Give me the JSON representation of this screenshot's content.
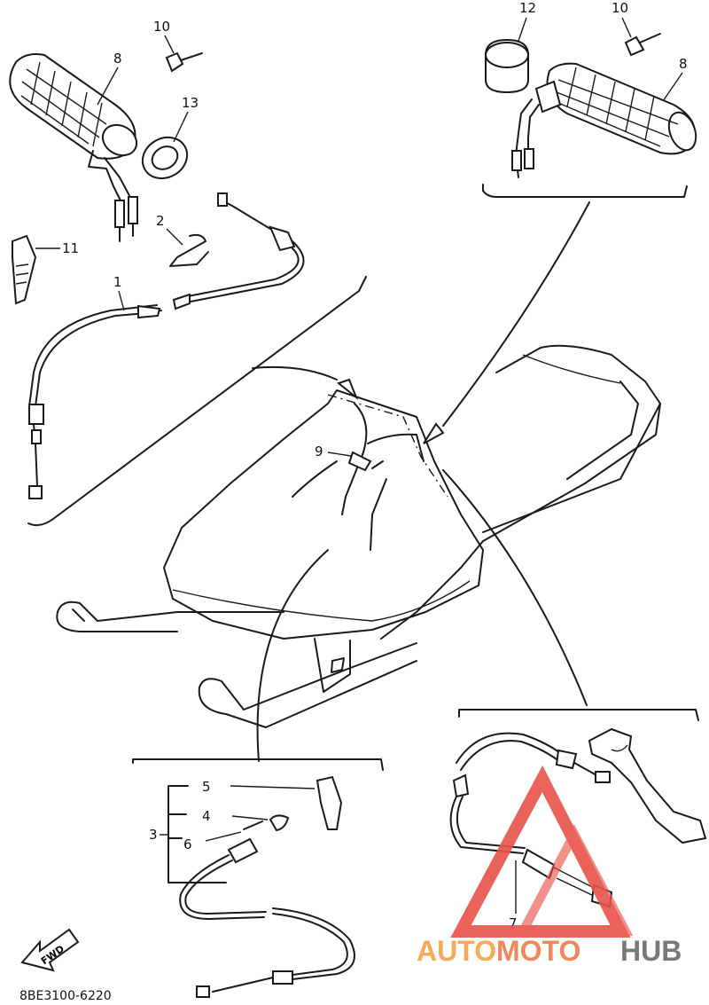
{
  "diagram": {
    "callouts": {
      "c1": "1",
      "c2": "2",
      "c3": "3",
      "c4": "4",
      "c5": "5",
      "c6": "6",
      "c7": "7",
      "c8a": "8",
      "c8b": "8",
      "c9": "9",
      "c10a": "10",
      "c10b": "10",
      "c11": "11",
      "c12": "12",
      "c13": "13"
    },
    "drawing_code": "8BE3100-6220",
    "fwd_label": "FWD"
  },
  "watermark": {
    "part1": "AUTO",
    "part2": "MOTO",
    "part3": "HUB",
    "colors": {
      "orange": "#f4a04a",
      "red": "#e8534a",
      "gray": "#6b6b6b"
    }
  }
}
